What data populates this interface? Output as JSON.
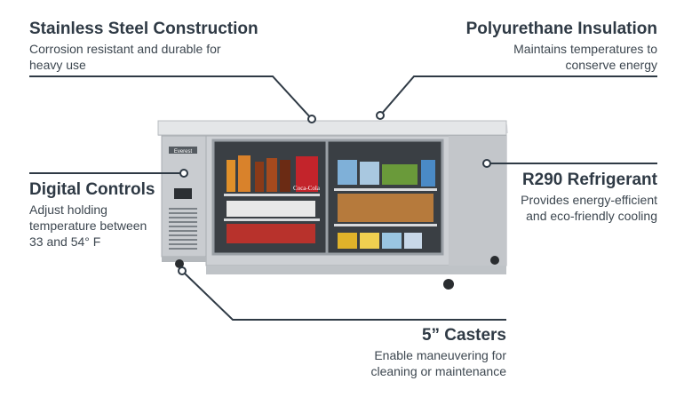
{
  "callouts": {
    "stainless": {
      "title": "Stainless Steel Construction",
      "text1": "Corrosion resistant and durable for",
      "text2": "heavy use"
    },
    "insulation": {
      "title": "Polyurethane Insulation",
      "text1": "Maintains temperatures to",
      "text2": "conserve energy"
    },
    "controls": {
      "title": "Digital Controls",
      "text1": "Adjust holding",
      "text2": "temperature between",
      "text3": "33 and 54° F"
    },
    "refrigerant": {
      "title": "R290 Refrigerant",
      "text1": "Provides energy-efficient",
      "text2": "and eco-friendly cooling"
    },
    "casters": {
      "title": "5” Casters",
      "text1": "Enable maneuvering for",
      "text2": "cleaning or maintenance"
    }
  },
  "product": {
    "badge": "Everest",
    "bottle_label": "Coca-Cola"
  },
  "colors": {
    "text": "#2f3a45",
    "line": "#2f3a45",
    "steel": "#c9ccd0"
  }
}
